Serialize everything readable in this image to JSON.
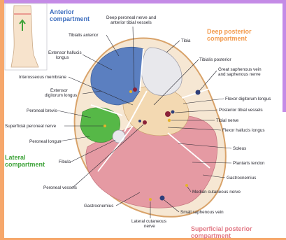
{
  "compartments": {
    "anterior": [
      "Anterior",
      "compartment"
    ],
    "deep_posterior": [
      "Deep posterior",
      "compartment"
    ],
    "lateral": [
      "Lateral",
      "compartment"
    ],
    "superficial_posterior": [
      "Superficial posterior",
      "compartment"
    ]
  },
  "labels": {
    "deep_peroneal": [
      "Deep peroneal nerve and",
      "anterior tibial vessels"
    ],
    "tibialis_anterior": "Tibialis anterior",
    "tibia": "Tibia",
    "tibialis_posterior": "Tibialis posterior",
    "ext_hallucis": [
      "Extensor hallucis",
      "longus"
    ],
    "great_saphenous": [
      "Great saphenous vein",
      "and saphenous nerve"
    ],
    "interosseous": "Interosseous membrane",
    "flexor_dig": "Flexor digitorum longus",
    "ext_digitorum": [
      "Extensor",
      "digitorum longus"
    ],
    "posterior_tibial": "Posterior tibial vessels",
    "peroneal_brevis": "Peroneal brevis",
    "tibial_nerve": "Tibial nerve",
    "sup_peroneal": "Superficial peroneal nerve",
    "flexor_hallucis": "Flexor hallucis longus",
    "peroneal_longus": "Peroneal longus",
    "soleus": "Soleus",
    "fibula": "Fibula",
    "plantaris": "Plantaris tendon",
    "gastrocnemius_r": "Gastrocnemius",
    "peroneal_vessels": "Peroneal vessels",
    "median_cut": "Median cutaneous nerve",
    "gastrocnemius_l": "Gastrocnemius",
    "small_saphenous": "Small saphenous vein",
    "lateral_cut": [
      "Lateral cutaneous",
      "nerve"
    ]
  },
  "colors": {
    "anterior": "#5b7fc0",
    "lateral": "#56b847",
    "deep_posterior": "#f3d9b2",
    "superficial_posterior": "#e59aa3",
    "skin": "#f6e7d3",
    "bone": "#e8e8ec"
  }
}
